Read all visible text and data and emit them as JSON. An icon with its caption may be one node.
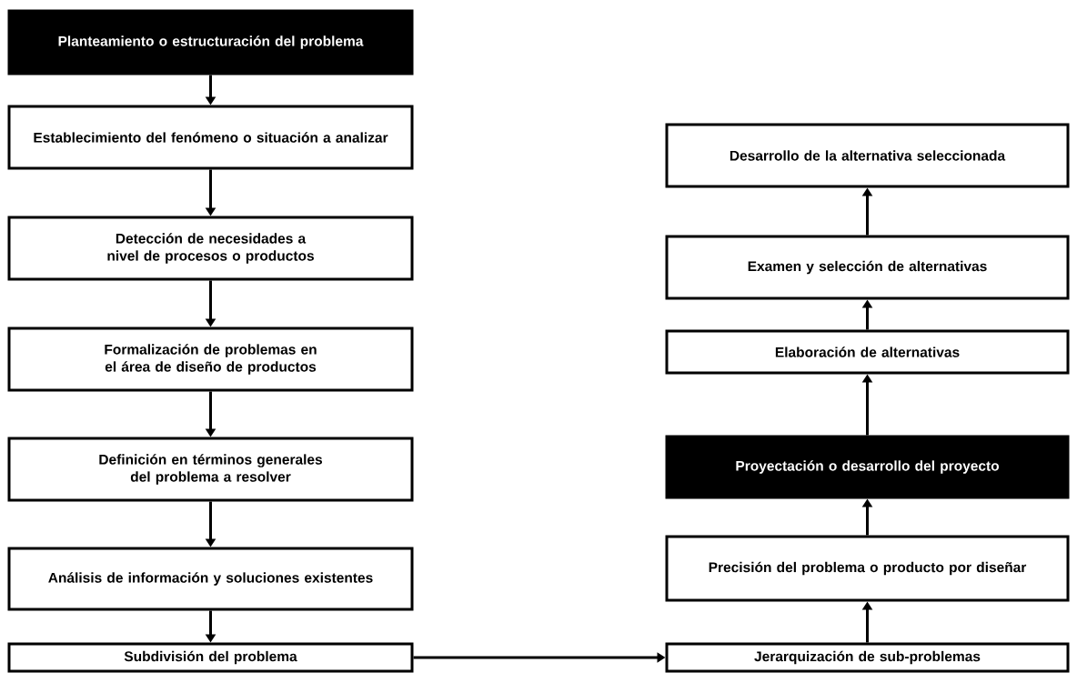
{
  "diagram": {
    "nodes": [
      {
        "text": [
          "Planteamiento o estructuración del problema"
        ]
      },
      {
        "text": [
          "Establecimiento del fenómeno o situación a analizar"
        ]
      },
      {
        "text": [
          "Detección de necesidades a nivel de procesos o productos"
        ]
      },
      {
        "text": [
          "Formalización de problemas en el área de diseño de productos"
        ]
      },
      {
        "text": [
          "Definición en términos generales del problema a resolver"
        ]
      },
      {
        "text": [
          "Análisis de información y soluciones existentes"
        ]
      },
      {
        "text": [
          "Subdivisión del problema"
        ]
      },
      {
        "text": [
          "Jerarquización de sub-problemas"
        ]
      },
      {
        "text": [
          "Precisión del problema o producto por diseñar"
        ]
      },
      {
        "text": [
          "Proyectación o desarrollo del proyecto"
        ]
      },
      {
        "text": [
          "Elaboración de alternativas"
        ]
      },
      {
        "text": [
          "Examen y selección de alternativas"
        ]
      },
      {
        "text": [
          "Desarrollo de la alternativa seleccionada"
        ]
      }
    ],
    "edges": [
      {
        "from": 0,
        "to": 1,
        "arrow": "to"
      },
      {
        "from": 1,
        "to": 2,
        "arrow": "to"
      },
      {
        "from": 2,
        "to": 3,
        "arrow": "to"
      },
      {
        "from": 3,
        "to": 4,
        "arrow": "to"
      },
      {
        "from": 4,
        "to": 5,
        "arrow": "to"
      },
      {
        "from": 5,
        "to": 6,
        "arrow": "to"
      },
      {
        "from": 6,
        "to": 7,
        "arrow": "to"
      },
      {
        "from": 7,
        "to": 8,
        "arrow": "to"
      },
      {
        "from": 8,
        "to": 9,
        "arrow": "to"
      },
      {
        "from": 9,
        "to": 10,
        "arrow": "to"
      },
      {
        "from": 10,
        "to": 11,
        "arrow": "to"
      },
      {
        "from": 11,
        "to": 12,
        "arrow": "to"
      }
    ]
  }
}
